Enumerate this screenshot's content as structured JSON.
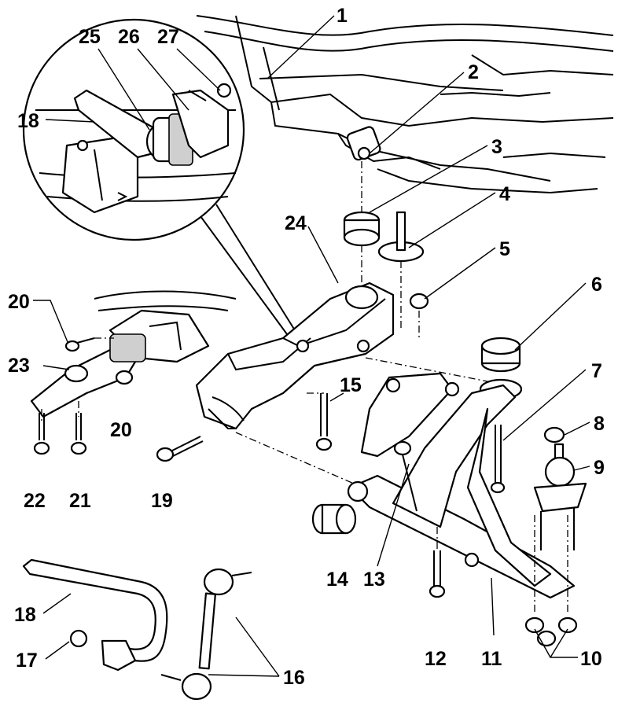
{
  "diagram": {
    "kind": "exploded-parts-diagram",
    "subject": "front suspension subframe, control arm, stabilizer bar",
    "callouts": [
      {
        "id": "c1",
        "label": "1"
      },
      {
        "id": "c2",
        "label": "2"
      },
      {
        "id": "c3",
        "label": "3"
      },
      {
        "id": "c4",
        "label": "4"
      },
      {
        "id": "c5",
        "label": "5"
      },
      {
        "id": "c6",
        "label": "6"
      },
      {
        "id": "c7",
        "label": "7"
      },
      {
        "id": "c8",
        "label": "8"
      },
      {
        "id": "c9",
        "label": "9"
      },
      {
        "id": "c10",
        "label": "10"
      },
      {
        "id": "c11",
        "label": "11"
      },
      {
        "id": "c12",
        "label": "12"
      },
      {
        "id": "c13",
        "label": "13"
      },
      {
        "id": "c14",
        "label": "14"
      },
      {
        "id": "c15",
        "label": "15"
      },
      {
        "id": "c16",
        "label": "16"
      },
      {
        "id": "c17",
        "label": "17"
      },
      {
        "id": "c18a",
        "label": "18"
      },
      {
        "id": "c18b",
        "label": "18"
      },
      {
        "id": "c19",
        "label": "19"
      },
      {
        "id": "c20a",
        "label": "20"
      },
      {
        "id": "c20b",
        "label": "20"
      },
      {
        "id": "c21",
        "label": "21"
      },
      {
        "id": "c22",
        "label": "22"
      },
      {
        "id": "c23",
        "label": "23"
      },
      {
        "id": "c24",
        "label": "24"
      },
      {
        "id": "c25",
        "label": "25"
      },
      {
        "id": "c26",
        "label": "26"
      },
      {
        "id": "c27",
        "label": "27"
      }
    ],
    "detail_view": {
      "shape": "circle",
      "detail_of": "stabilizer bar mount"
    }
  }
}
